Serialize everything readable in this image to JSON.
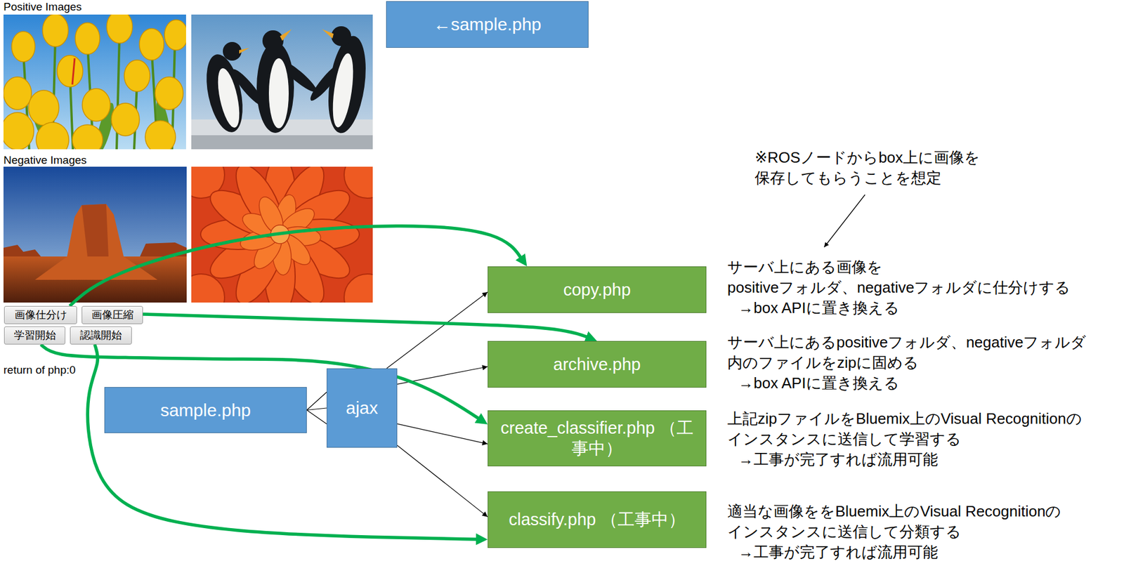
{
  "diagram": {
    "nodes": [
      {
        "text": [
          "←sample.php"
        ]
      },
      {
        "text": [
          "画像仕分け"
        ]
      },
      {
        "text": [
          "画像圧縮"
        ]
      },
      {
        "text": [
          "学習開始"
        ]
      },
      {
        "text": [
          "認識開始"
        ]
      },
      {
        "text": [
          "sample.php"
        ]
      },
      {
        "text": [
          "ajax"
        ]
      },
      {
        "text": [
          "copy.php"
        ]
      },
      {
        "text": [
          "archive.php"
        ]
      },
      {
        "text": [
          "create_classifier.php （工事中）"
        ]
      },
      {
        "text": [
          "classify.php （工事中）"
        ]
      }
    ],
    "edges": [
      {
        "from": 5,
        "to": 6,
        "arrow": "none"
      },
      {
        "from": 6,
        "to": 7,
        "arrow": "to"
      },
      {
        "from": 6,
        "to": 8,
        "arrow": "to"
      },
      {
        "from": 6,
        "to": 9,
        "arrow": "to"
      },
      {
        "from": 6,
        "to": 10,
        "arrow": "to"
      },
      {
        "from": 1,
        "to": 7,
        "arrow": "to"
      },
      {
        "from": 2,
        "to": 8,
        "arrow": "to"
      },
      {
        "from": 3,
        "to": 9,
        "arrow": "to"
      },
      {
        "from": 4,
        "to": 10,
        "arrow": "to"
      }
    ],
    "labels": [
      "Positive Images",
      "Negative Images",
      "return of php:0",
      "※ROSノードからbox上に画像を",
      "保存してもらうことを想定",
      "サーバ上にある画像を",
      "positiveフォルダ、negativeフォルダに仕分けする",
      "→box APIに置き換える",
      "サーバ上にあるpositiveフォルダ、negativeフォルダ",
      "内のファイルをzipに固める",
      "→box APIに置き換える",
      "上記zipファイルをBluemix上のVisual Recognitionの",
      "インスタンスに送信して学習する",
      "→工事が完了すれば流用可能",
      "適当な画像ををBluemix上のVisual Recognitionの",
      "インスタンスに送信して分類する",
      "→工事が完了すれば流用可能"
    ]
  }
}
